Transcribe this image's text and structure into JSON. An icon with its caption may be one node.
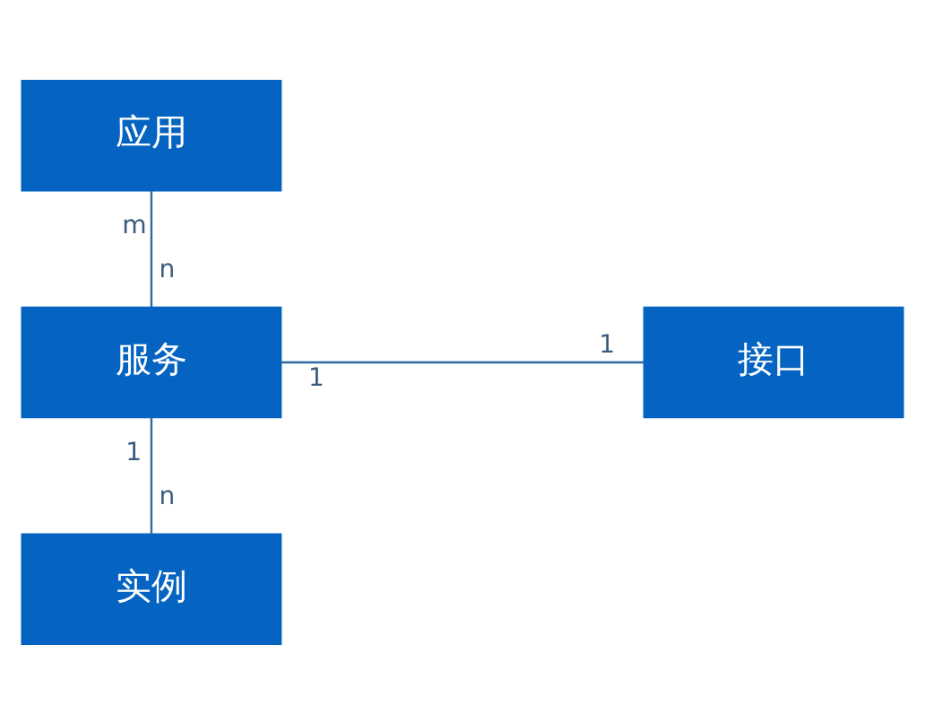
{
  "diagram": {
    "nodes": [
      {
        "text": [
          "应用"
        ]
      },
      {
        "text": [
          "服务"
        ]
      },
      {
        "text": [
          "接口"
        ]
      },
      {
        "text": [
          "实例"
        ]
      }
    ],
    "edges": [
      {
        "from": 0,
        "to": 1,
        "arrow": "none"
      },
      {
        "from": 1,
        "to": 2,
        "arrow": "none"
      },
      {
        "from": 1,
        "to": 3,
        "arrow": "none"
      }
    ],
    "labels": [
      "m",
      "n",
      "1",
      "1",
      "1",
      "n"
    ]
  }
}
